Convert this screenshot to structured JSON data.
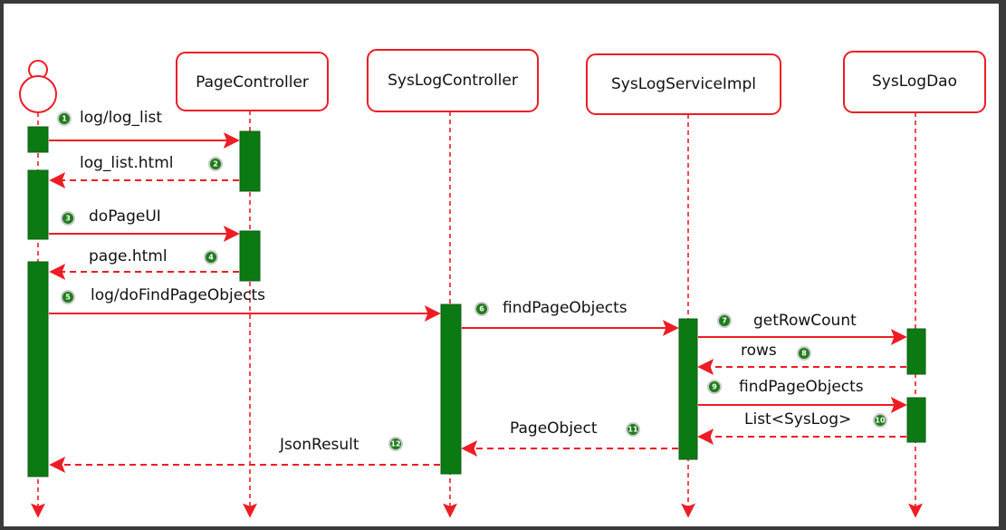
{
  "colors": {
    "line": "#ee1c25",
    "activation": "#0b7a12",
    "badge": "#1f7d1c",
    "background": "#ffffff",
    "outer": "#3a3a3a"
  },
  "icons": {
    "actor": "user-actor-icon"
  },
  "participants": [
    {
      "id": "actor",
      "label": ""
    },
    {
      "id": "page_controller",
      "label": "PageController"
    },
    {
      "id": "syslog_controller",
      "label": "SysLogController"
    },
    {
      "id": "syslog_service_impl",
      "label": "SysLogServiceImpl"
    },
    {
      "id": "syslog_dao",
      "label": "SysLogDao"
    }
  ],
  "messages": [
    {
      "step": "1",
      "label": "log/log_list",
      "from": "actor",
      "to": "page_controller",
      "kind": "call"
    },
    {
      "step": "2",
      "label": "log_list.html",
      "from": "page_controller",
      "to": "actor",
      "kind": "return"
    },
    {
      "step": "3",
      "label": "doPageUI",
      "from": "actor",
      "to": "page_controller",
      "kind": "call"
    },
    {
      "step": "4",
      "label": "page.html",
      "from": "page_controller",
      "to": "actor",
      "kind": "return"
    },
    {
      "step": "5",
      "label": "log/doFindPageObjects",
      "from": "actor",
      "to": "syslog_controller",
      "kind": "call"
    },
    {
      "step": "6",
      "label": "findPageObjects",
      "from": "syslog_controller",
      "to": "syslog_service_impl",
      "kind": "call"
    },
    {
      "step": "7",
      "label": "getRowCount",
      "from": "syslog_service_impl",
      "to": "syslog_dao",
      "kind": "call"
    },
    {
      "step": "8",
      "label": "rows",
      "from": "syslog_dao",
      "to": "syslog_service_impl",
      "kind": "return"
    },
    {
      "step": "9",
      "label": "findPageObjects",
      "from": "syslog_service_impl",
      "to": "syslog_dao",
      "kind": "call"
    },
    {
      "step": "10",
      "label": "List<SysLog>",
      "from": "syslog_dao",
      "to": "syslog_service_impl",
      "kind": "return"
    },
    {
      "step": "11",
      "label": "PageObject",
      "from": "syslog_service_impl",
      "to": "syslog_controller",
      "kind": "return"
    },
    {
      "step": "12",
      "label": "JsonResult",
      "from": "syslog_controller",
      "to": "actor",
      "kind": "return"
    }
  ]
}
